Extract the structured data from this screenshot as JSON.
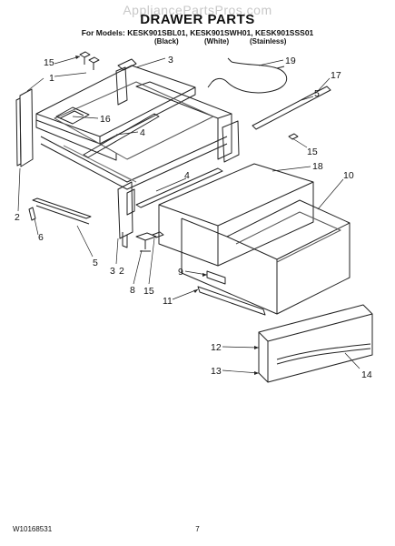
{
  "header": {
    "watermark": "AppliancePartsPros.com",
    "title": "DRAWER PARTS",
    "models_line": "For Models: KESK901SBL01, KESK901SWH01, KESK901SSS01",
    "finishes": [
      "(Black)",
      "(White)",
      "(Stainless)"
    ]
  },
  "callouts": [
    "1",
    "2",
    "2",
    "3",
    "3",
    "4",
    "4",
    "5",
    "5",
    "6",
    "8",
    "9",
    "10",
    "11",
    "12",
    "13",
    "14",
    "15",
    "15",
    "15",
    "16",
    "17",
    "18",
    "19"
  ],
  "footer": {
    "part_number": "W10168531",
    "page_number": "7"
  }
}
